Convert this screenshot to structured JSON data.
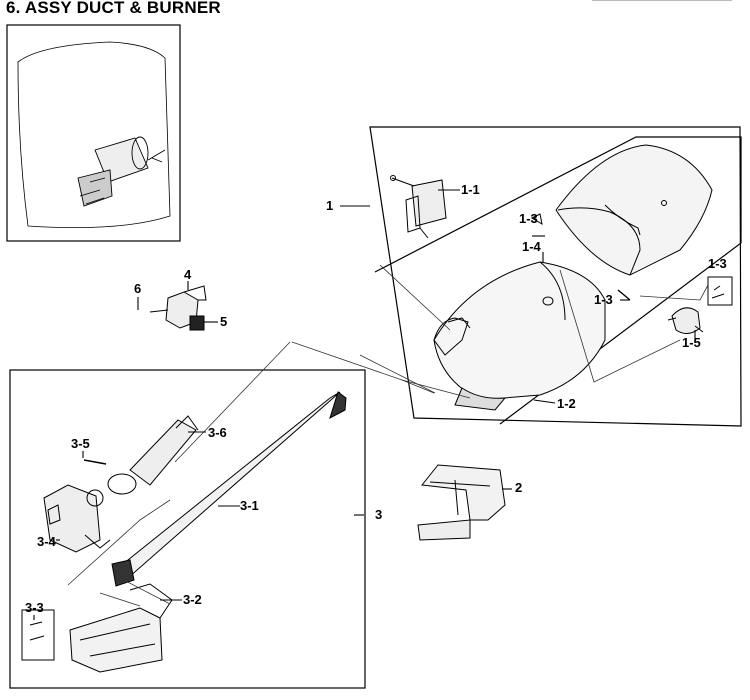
{
  "title": "6. ASSY DUCT & BURNER",
  "labels": {
    "p1": "1",
    "p1_1": "1-1",
    "p1_2": "1-2",
    "p1_3a": "1-3",
    "p1_3b": "1-3",
    "p1_3c": "1-3",
    "p1_4": "1-4",
    "p1_5": "1-5",
    "p2": "2",
    "p3": "3",
    "p3_1": "3-1",
    "p3_2": "3-2",
    "p3_3": "3-3",
    "p3_4": "3-4",
    "p3_5": "3-5",
    "p3_6": "3-6",
    "p4": "4",
    "p5": "5",
    "p6": "6"
  }
}
